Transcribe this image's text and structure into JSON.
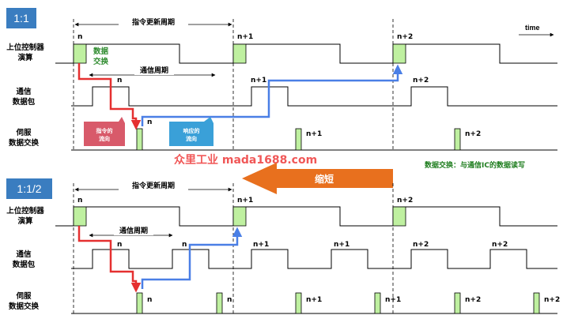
{
  "top": {
    "badge": "1:1",
    "cmd_period": "指令更新周期",
    "comm_period": "通信周期",
    "time": "time",
    "row_labels": [
      [
        "上位控制器",
        "演算"
      ],
      [
        "通信",
        "数据包"
      ],
      [
        "伺服",
        "数据交换"
      ]
    ],
    "data_exchange": [
      "数据",
      "交换"
    ],
    "n": "n",
    "n1": "n+1",
    "n2": "n+2",
    "callout_cmd": [
      "指令的",
      "流向"
    ],
    "callout_resp": [
      "响应的",
      "流向"
    ]
  },
  "middle": {
    "watermark": "众里工业 mada1688.com",
    "shorten": "缩短",
    "note": "数据交换：与通信IC的数据读写"
  },
  "bottom": {
    "badge": "1:1/2",
    "cmd_period": "指令更新周期",
    "comm_period": "通信周期",
    "row_labels": [
      [
        "上位控制器",
        "演算"
      ],
      [
        "通信",
        "数据包"
      ],
      [
        "伺服",
        "数据交换"
      ]
    ],
    "n": "n",
    "n1": "n+1",
    "n2": "n+2"
  },
  "colors": {
    "badge": "#3a7dc0",
    "green_block": "#bff0a0",
    "red": "#e53030",
    "blue": "#4a7fe6",
    "orange": "#e8701e",
    "callout_red": "#d85a6a",
    "callout_blue": "#3aa0d8"
  }
}
